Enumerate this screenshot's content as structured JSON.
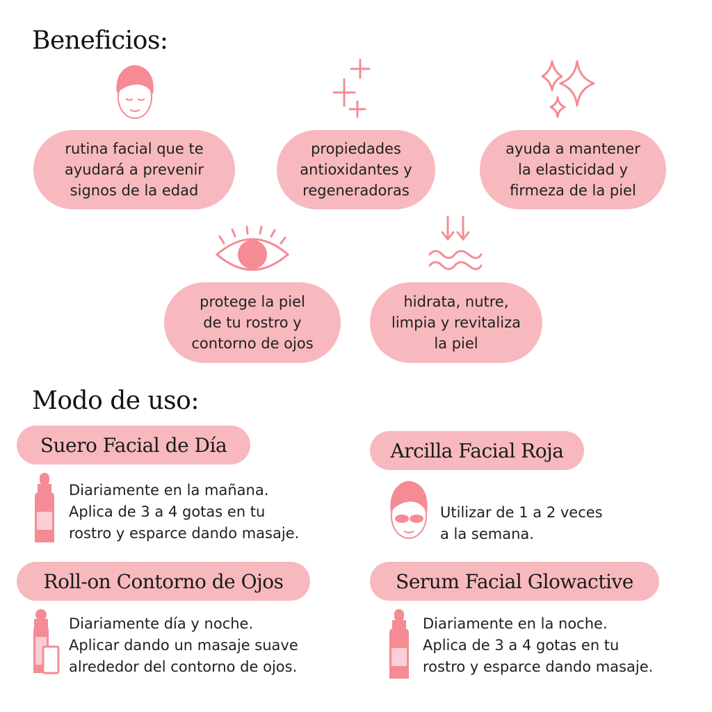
{
  "benefits": {
    "title": "Beneficios:",
    "items": [
      {
        "text": "rutina facial que te\nayudará a prevenir\nsignos de la edad",
        "icon": "face-towel-icon"
      },
      {
        "text": "propiedades\nantioxidantes y\nregeneradoras",
        "icon": "plus-sparkles-icon"
      },
      {
        "text": "ayuda a mantener\nla elasticidad y\nfirmeza de la piel",
        "icon": "star-sparkles-icon"
      },
      {
        "text": "protege la piel\nde tu rostro y\ncontorno de ojos",
        "icon": "eye-icon"
      },
      {
        "text": "hidrata, nutre,\nlimpia y revitaliza\nla piel",
        "icon": "arrows-waves-icon"
      }
    ]
  },
  "usage": {
    "title": "Modo de uso:",
    "products": [
      {
        "name": "Suero Facial  de Día",
        "text": "Diariamente en la mañana.\nAplica de 3 a 4 gotas en tu\nrostro y esparce dando masaje.",
        "icon": "dropper-bottle-icon"
      },
      {
        "name": "Arcilla Facial Roja",
        "text": "Utilizar de 1 a 2 veces\na la semana.",
        "icon": "face-mask-icon"
      },
      {
        "name": "Roll-on Contorno de Ojos",
        "text": "Diariamente día y noche.\nAplicar dando un masaje suave\nalrededor del contorno de ojos.",
        "icon": "rollon-bottle-icon"
      },
      {
        "name": "Serum Facial  Glowactive",
        "text": "Diariamente en la noche.\nAplica de 3 a 4 gotas en tu\nrostro y esparce dando masaje.",
        "icon": "dropper-bottle-icon"
      }
    ]
  },
  "colors": {
    "pink": "#f7b9be",
    "icon_pink": "#f48b95"
  }
}
